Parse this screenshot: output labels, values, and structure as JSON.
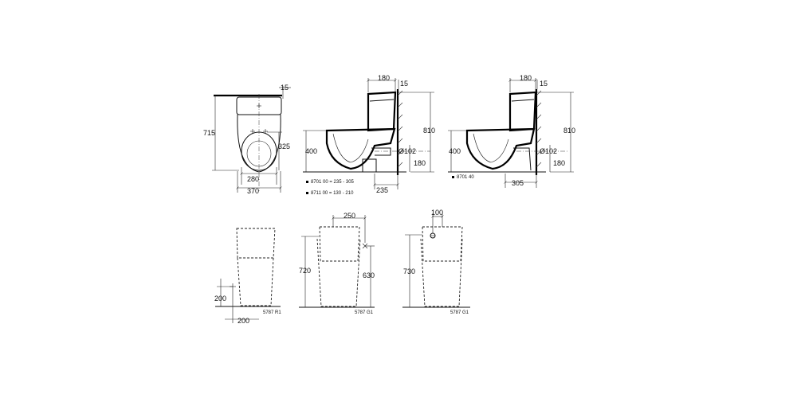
{
  "views": {
    "top": {
      "dims": {
        "offset": "15",
        "length": "715",
        "hole_dist": "325",
        "inner_width": "280",
        "outer_width": "370"
      }
    },
    "side1": {
      "dims": {
        "tank_depth": "180",
        "wall_gap": "15",
        "height": "810",
        "seat_height": "400",
        "pipe_diameter": "Ø102",
        "pipe_height": "180",
        "outlet_offset": "235"
      },
      "codes": {
        "code_a": "8701 00  = 235 - 305",
        "code_b": "8711 00  = 130 - 210"
      }
    },
    "side2": {
      "dims": {
        "tank_depth": "180",
        "wall_gap": "15",
        "height": "810",
        "seat_height": "400",
        "pipe_diameter": "Ø102",
        "pipe_height": "180",
        "outlet_offset": "305"
      },
      "codes": {
        "code_a": "8701 40"
      }
    },
    "front1": {
      "dims": {
        "inlet_height": "200",
        "inlet_offset": "200"
      },
      "code": "5787 R1"
    },
    "front2": {
      "dims": {
        "tank_width": "250",
        "height": "720",
        "inlet_height": "630"
      },
      "code": "5787 G1"
    },
    "front3": {
      "dims": {
        "button_offset": "100",
        "height": "730"
      },
      "code": "5787 G1"
    }
  }
}
